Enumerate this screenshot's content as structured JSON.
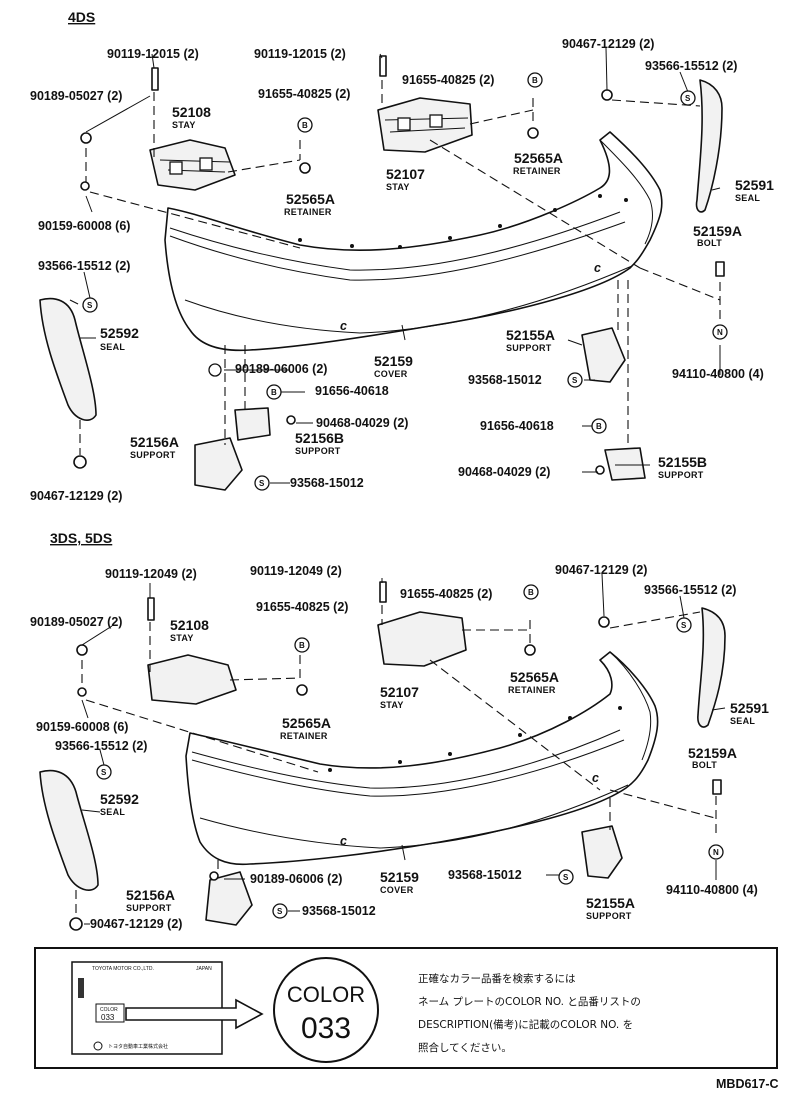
{
  "sections": [
    {
      "title": "4DS",
      "parts": {
        "bolt_top_left": "90119-12015 (2)",
        "bolt_top_mid": "90119-12015 (2)",
        "nut_left": "90189-05027 (2)",
        "stud_left": "90159-60008 (6)",
        "stay_left_num": "52108",
        "stay_left_name": "STAY",
        "clip_left": "91655-40825 (2)",
        "retainer_left_num": "52565A",
        "retainer_left_name": "RETAINER",
        "clip_right": "91655-40825 (2)",
        "stay_right_num": "52107",
        "stay_right_name": "STAY",
        "retainer_right_num": "52565A",
        "retainer_right_name": "RETAINER",
        "nut_top_right": "90467-12129 (2)",
        "screw_right_seal": "93566-15512 (2)",
        "seal_right_num": "52591",
        "seal_right_name": "SEAL",
        "bolt_right_num": "52159A",
        "bolt_right_name": "BOLT",
        "screw_left_seal": "93566-15512 (2)",
        "seal_left_num": "52592",
        "seal_left_name": "SEAL",
        "cover_num": "52159",
        "cover_name": "COVER",
        "nut_cover": "90189-06006 (2)",
        "clip_mid": "91656-40618",
        "nut_mid": "90468-04029 (2)",
        "support_a_left_num": "52156A",
        "support_a_left_name": "SUPPORT",
        "support_b_left_num": "52156B",
        "support_b_left_name": "SUPPORT",
        "screw_support_left": "93568-15012",
        "nut_bottom_left": "90467-12129 (2)",
        "support_a_right_num": "52155A",
        "support_a_right_name": "SUPPORT",
        "screw_support_right": "93568-15012",
        "nut_right_n": "94110-40800 (4)",
        "clip_right_low": "91656-40618",
        "nut_right_low": "90468-04029 (2)",
        "support_b_right_num": "52155B",
        "support_b_right_name": "SUPPORT"
      }
    },
    {
      "title": "3DS, 5DS",
      "parts": {
        "bolt_top_left": "90119-12049 (2)",
        "bolt_top_mid": "90119-12049 (2)",
        "nut_left": "90189-05027 (2)",
        "stud_left": "90159-60008 (6)",
        "stay_left_num": "52108",
        "stay_left_name": "STAY",
        "clip_left": "91655-40825 (2)",
        "retainer_left_num": "52565A",
        "retainer_left_name": "RETAINER",
        "clip_right": "91655-40825 (2)",
        "stay_right_num": "52107",
        "stay_right_name": "STAY",
        "retainer_right_num": "52565A",
        "retainer_right_name": "RETAINER",
        "nut_top_right": "90467-12129 (2)",
        "screw_right_seal": "93566-15512 (2)",
        "seal_right_num": "52591",
        "seal_right_name": "SEAL",
        "bolt_right_num": "52159A",
        "bolt_right_name": "BOLT",
        "screw_left_seal": "93566-15512 (2)",
        "seal_left_num": "52592",
        "seal_left_name": "SEAL",
        "cover_num": "52159",
        "cover_name": "COVER",
        "nut_cover": "90189-06006 (2)",
        "support_a_left_num": "52156A",
        "support_a_left_name": "SUPPORT",
        "screw_support_left": "93568-15012",
        "nut_bottom_left": "90467-12129 (2)",
        "screw_support_right": "93568-15012",
        "support_a_right_num": "52155A",
        "support_a_right_name": "SUPPORT",
        "nut_right_n": "94110-40800 (4)"
      }
    }
  ],
  "symbols": {
    "s": "S",
    "b": "B",
    "n": "N"
  },
  "legend": {
    "plate_company": "TOYOTA MOTOR CO.,LTD.",
    "plate_origin": "JAPAN",
    "plate_color_label": "COLOR",
    "plate_color_value": "033",
    "plate_maker": "トヨタ自動車工業株式会社",
    "badge_label": "COLOR",
    "badge_value": "033",
    "instructions": [
      "正確なカラー品番を検索するには",
      "ネーム プレートのCOLOR NO. と品番リストの",
      "DESCRIPTION(備考)に記載のCOLOR NO. を",
      "照合してください。"
    ]
  },
  "footer_code": "MBD617-C"
}
